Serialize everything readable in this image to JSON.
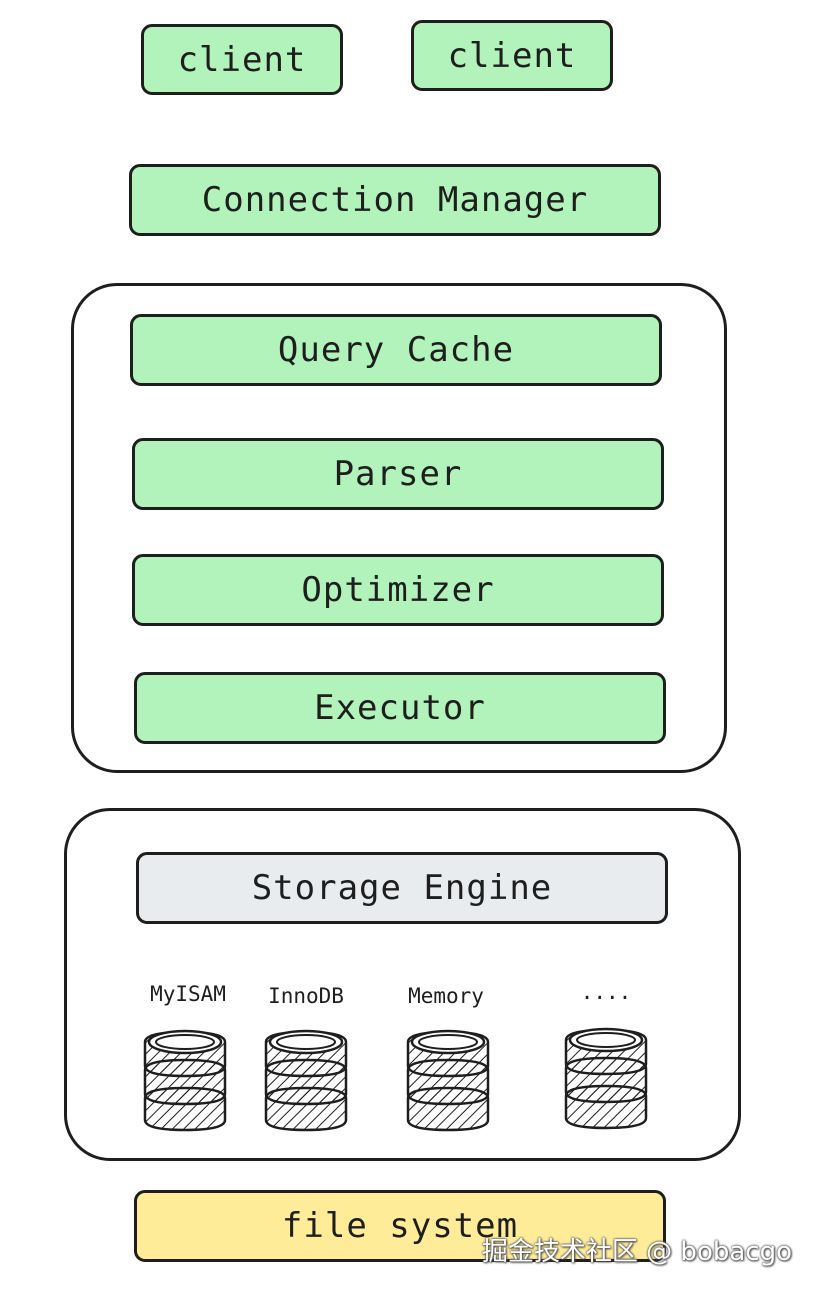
{
  "clients": [
    "client",
    "client"
  ],
  "connection_manager": "Connection Manager",
  "server_layer": {
    "query_cache": "Query Cache",
    "parser": "Parser",
    "optimizer": "Optimizer",
    "executor": "Executor"
  },
  "storage_layer": {
    "storage_engine": "Storage Engine",
    "engines": [
      "MyISAM",
      "InnoDB",
      "Memory",
      "...."
    ]
  },
  "file_system": "file system",
  "watermark": "掘金技术社区 @ bobacgo",
  "colors": {
    "component": "#b2f2bb",
    "storage_engine": "#e9ecef",
    "file_system": "#ffec99",
    "stroke": "#1e1e1e"
  }
}
